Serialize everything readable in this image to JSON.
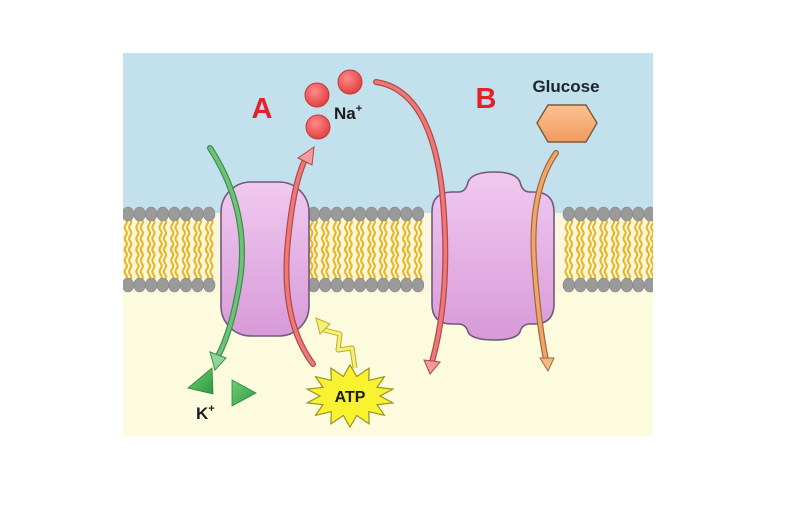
{
  "diagram": {
    "title": "Membrane transport: Na+/K+ pump and Na+-glucose cotransporter",
    "labels": {
      "transporter_a": "A",
      "transporter_b": "B",
      "sodium": "Na",
      "sodium_charge": "+",
      "potassium": "K",
      "potassium_charge": "+",
      "glucose": "Glucose",
      "atp": "ATP"
    },
    "regions": {
      "extracellular": "extracellular fluid",
      "membrane": "lipid bilayer",
      "cytoplasm": "cytoplasm"
    },
    "colors": {
      "extracellular": "#c3e1ec",
      "cytoplasm": "#fdfbdd",
      "lipid_head": "#9a9a9a",
      "lipid_tail": "#e8b520",
      "protein": "#e6b5e6",
      "protein_stroke": "#6f5a78",
      "label_red": "#e4202a",
      "sodium": "#ef5656",
      "potassium": "#3fae4f",
      "glucose": "#f6ad78",
      "atp": "#f8f230",
      "sodium_arrow": "#ee7777",
      "potassium_arrow": "#6cc47b",
      "glucose_arrow": "#eea66a"
    },
    "icons": {
      "sodium": "circle",
      "potassium": "triangle",
      "glucose": "hexagon",
      "atp": "starburst"
    }
  }
}
